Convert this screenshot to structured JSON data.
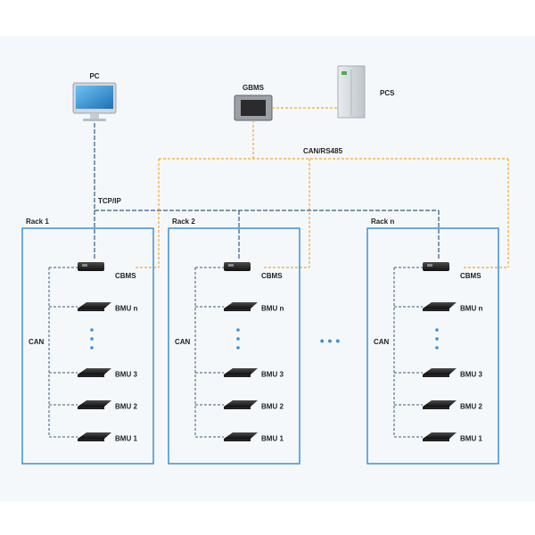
{
  "title": "Battery Management System Architecture",
  "devices": {
    "pc": "PC",
    "gbms": "GBMS",
    "pcs": "PCS"
  },
  "links": {
    "tcp_ip": "TCP/IP",
    "can_rs485": "CAN/RS485",
    "can": "CAN"
  },
  "racks": [
    {
      "label": "Rack 1",
      "modules": [
        "CBMS",
        "BMU n",
        "BMU 3",
        "BMU 2",
        "BMU 1"
      ]
    },
    {
      "label": "Rack 2",
      "modules": [
        "CBMS",
        "BMU n",
        "BMU 3",
        "BMU 2",
        "BMU 1"
      ]
    },
    {
      "label": "Rack n",
      "modules": [
        "CBMS",
        "BMU n",
        "BMU 3",
        "BMU 2",
        "BMU 1"
      ]
    }
  ],
  "ellipsis": "• • •",
  "colors": {
    "rack_border": "#3f8fd2",
    "ethernet_line": "#2c5d8a",
    "can_line": "#f0a830",
    "internal_line": "#3a5a78",
    "background": "#f5f8fb"
  }
}
